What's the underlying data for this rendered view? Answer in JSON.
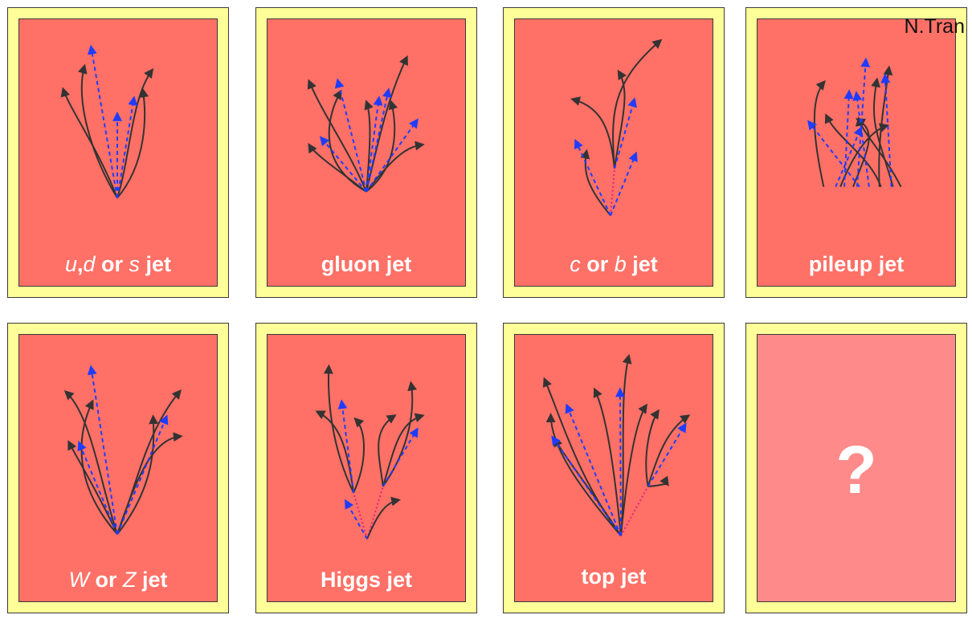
{
  "cards": [
    {
      "label": [
        "u",
        ",",
        "d",
        " or ",
        "s",
        " jet"
      ]
    },
    {
      "label": [
        "gluon jet"
      ]
    },
    {
      "label": [
        "c",
        " or ",
        "b",
        " jet"
      ]
    },
    {
      "label": [
        "pileup jet"
      ]
    },
    {
      "label": [
        "W",
        " or ",
        "Z",
        " jet"
      ]
    },
    {
      "label": [
        "Higgs jet"
      ]
    },
    {
      "label": [
        "top jet"
      ]
    },
    {
      "label": [
        "?"
      ]
    }
  ],
  "author": "N.Tran",
  "colors": {
    "card_border": "#ffff99",
    "card_face": "#ff7066",
    "mystery_face": "#ff8a8a",
    "track_solid": "#333333",
    "track_dashed": "#1f3cff",
    "track_dotted": "#e0208a"
  }
}
